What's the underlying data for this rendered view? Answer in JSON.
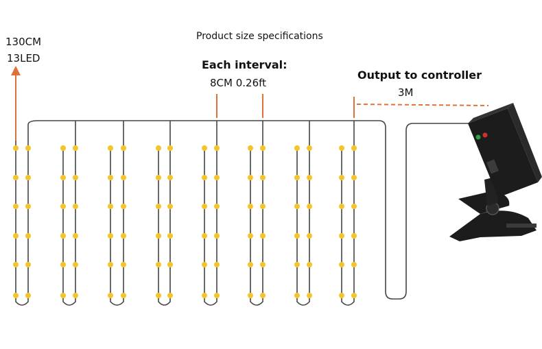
{
  "heading": "Product size specifications",
  "strand": {
    "length": "130CM",
    "led_count": "13LED"
  },
  "interval": {
    "label": "Each interval:",
    "value": "8CM 0.26ft"
  },
  "output": {
    "label": "Output to controller",
    "value": "3M"
  },
  "colors": {
    "accent": "#e0703a",
    "led": "#f5c32a",
    "wire": "#444444",
    "controller": "#1c1c1c"
  },
  "icons": [
    "led-bulb-icon",
    "controller-box-icon",
    "clip-icon"
  ]
}
